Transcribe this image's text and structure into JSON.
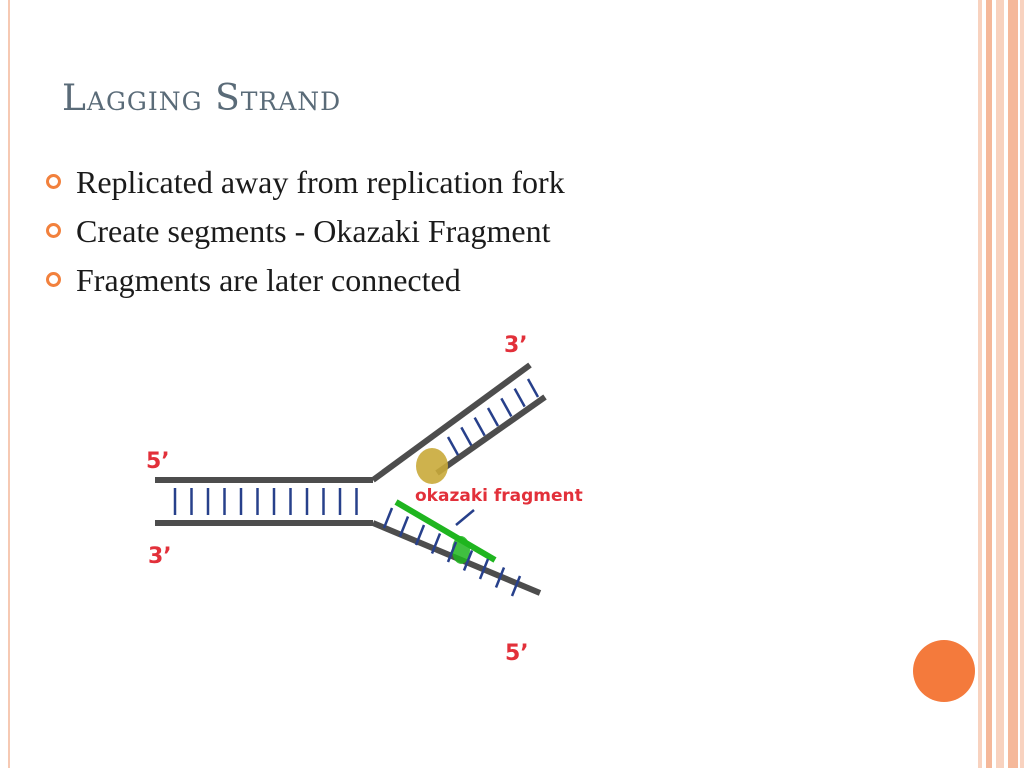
{
  "slide": {
    "title": "Lagging Strand",
    "bullets": [
      "Replicated away from replication fork",
      "Create segments - Okazaki Fragment",
      "Fragments are later connected"
    ]
  },
  "diagram": {
    "labels": {
      "top_right": "3’",
      "left_top": "5’",
      "left_bottom": "3’",
      "bottom_right": "5’",
      "okazaki": "okazaki fragment"
    },
    "colors": {
      "strand": "#4d4d4d",
      "rungs": "#27408b",
      "label_red": "#e2303a",
      "okazaki_label": "#e2303a",
      "fragment": "#1fb51f",
      "primase": "#c9aa3a"
    }
  },
  "decor": {
    "accent": "#f47a3c",
    "stripes": "#f5b89a"
  }
}
